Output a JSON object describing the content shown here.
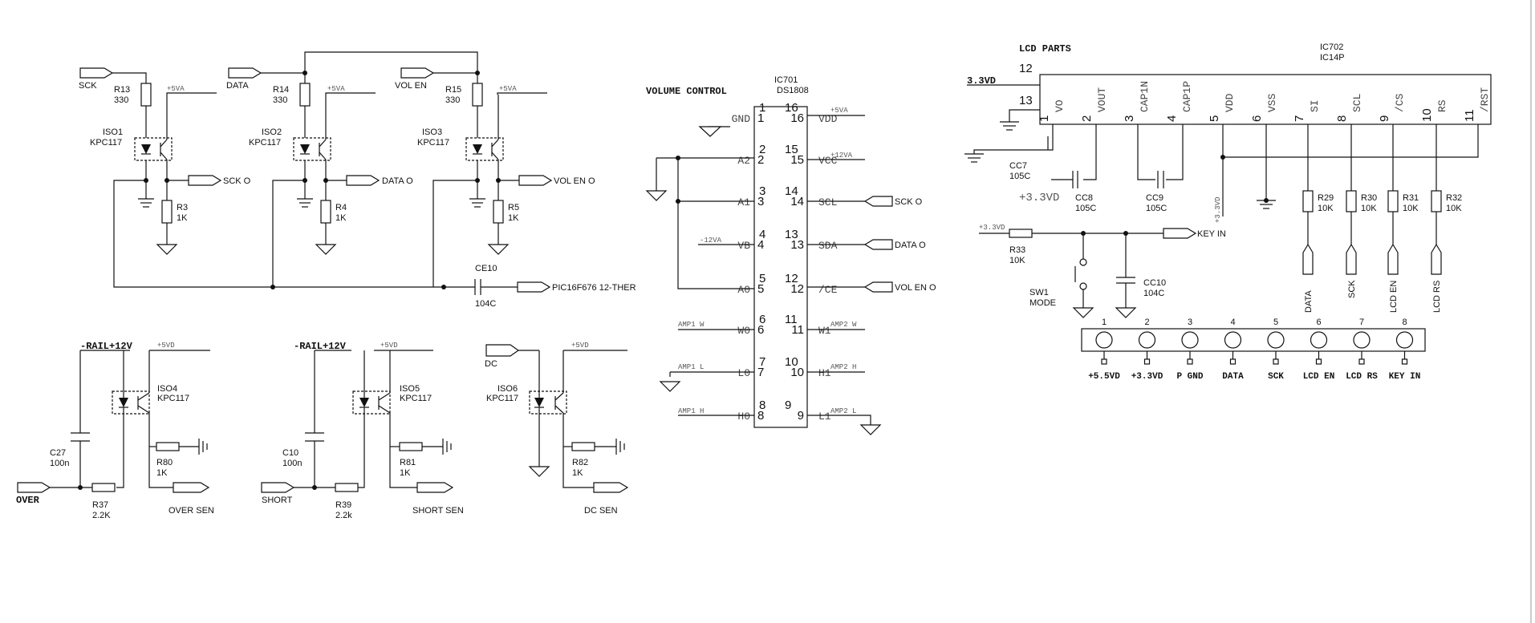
{
  "headers": {
    "volume": "VOLUME CONTROL",
    "lcd": "LCD PARTS"
  },
  "net_labels": {
    "sck": "SCK",
    "data": "DATA",
    "vol_en": "VOL EN",
    "sck_o": "SCK O",
    "data_o": "DATA O",
    "vol_en_o": "VOL EN O",
    "pic": "PIC16F676 12-THER",
    "over": "OVER",
    "short": "SHORT",
    "dc": "DC",
    "over_sen": "OVER SEN",
    "short_sen": "SHORT SEN",
    "dc_sen": "DC SEN",
    "key_in": "KEY IN",
    "v33_top": "3.3VD",
    "v33_cc8": "+3.3VD",
    "v33_r33": "+3.3VD",
    "v33_vert": "+3.3VD",
    "rail": "-RAIL+12V",
    "v5va": "+5VA",
    "v5vd": "+5VD",
    "v12va": "+12VA",
    "vm12va": "-12VA",
    "amp1w": "AMP1 W",
    "amp1l": "AMP1 L",
    "amp1h": "AMP1 H",
    "amp2w": "AMP2 W",
    "amp2h": "AMP2 H",
    "amp2l": "AMP2 L",
    "lcd_data": "DATA",
    "lcd_sck": "SCK",
    "lcd_en": "LCD EN",
    "lcd_rs": "LCD RS"
  },
  "components": {
    "r13": "R13",
    "r13v": "330",
    "r14": "R14",
    "r14v": "330",
    "r15": "R15",
    "r15v": "330",
    "r3": "R3",
    "r3v": "1K",
    "r4": "R4",
    "r4v": "1K",
    "r5": "R5",
    "r5v": "1K",
    "iso1": "ISO1",
    "iso2": "ISO2",
    "iso3": "ISO3",
    "iso4": "ISO4",
    "iso5": "ISO5",
    "iso6": "ISO6",
    "kpc": "KPC117",
    "ce10": "CE10",
    "ce10v": "104C",
    "c27": "C27",
    "c27v": "100n",
    "c10": "C10",
    "c10v": "100n",
    "r37": "R37",
    "r37v": "2.2K",
    "r39": "R39",
    "r39v": "2.2k",
    "r80": "R80",
    "r80v": "1K",
    "r81": "R81",
    "r81v": "1K",
    "r82": "R82",
    "r82v": "1K",
    "ic701": "IC701",
    "ic701v": "DS1808",
    "ic702": "IC702",
    "ic702v": "IC14P",
    "cc7": "CC7",
    "cc7v": "105C",
    "cc8": "CC8",
    "cc8v": "105C",
    "cc9": "CC9",
    "cc9v": "105C",
    "cc10": "CC10",
    "cc10v": "104C",
    "r33": "R33",
    "r33v": "10K",
    "r29": "R29",
    "r30": "R30",
    "r31": "R31",
    "r32": "R32",
    "r10k": "10K",
    "sw1": "SW1",
    "sw1v": "MODE"
  },
  "ic701_left": [
    {
      "name": "GND",
      "num": "1"
    },
    {
      "name": "A2",
      "num": "2"
    },
    {
      "name": "A1",
      "num": "3"
    },
    {
      "name": "VB",
      "num": "4"
    },
    {
      "name": "A0",
      "num": "5"
    },
    {
      "name": "W0",
      "num": "6"
    },
    {
      "name": "L0",
      "num": "7"
    },
    {
      "name": "H0",
      "num": "8"
    }
  ],
  "ic701_right": [
    {
      "name": "VDD",
      "num": "16"
    },
    {
      "name": "VCC",
      "num": "15"
    },
    {
      "name": "SCL",
      "num": "14"
    },
    {
      "name": "SDA",
      "num": "13"
    },
    {
      "name": "/CE",
      "num": "12"
    },
    {
      "name": "W1",
      "num": "11"
    },
    {
      "name": "H1",
      "num": "10"
    },
    {
      "name": "L1",
      "num": "9"
    }
  ],
  "ic702_pins": [
    {
      "num": "1",
      "name": "VO"
    },
    {
      "num": "2",
      "name": "VOUT"
    },
    {
      "num": "3",
      "name": "CAP1N"
    },
    {
      "num": "4",
      "name": "CAP1P"
    },
    {
      "num": "5",
      "name": "VDD"
    },
    {
      "num": "6",
      "name": "VSS"
    },
    {
      "num": "7",
      "name": "SI"
    },
    {
      "num": "8",
      "name": "SCL"
    },
    {
      "num": "9",
      "name": "/CS"
    },
    {
      "num": "10",
      "name": "RS"
    },
    {
      "num": "11",
      "name": "/RST"
    }
  ],
  "ic702_side": {
    "p12": "12",
    "p13": "13"
  },
  "connector": {
    "numbers": [
      "1",
      "2",
      "3",
      "4",
      "5",
      "6",
      "7",
      "8"
    ],
    "labels": [
      "+5.5VD",
      "+3.3VD",
      "P GND",
      "DATA",
      "SCK",
      "LCD EN",
      "LCD RS",
      "KEY IN"
    ]
  }
}
